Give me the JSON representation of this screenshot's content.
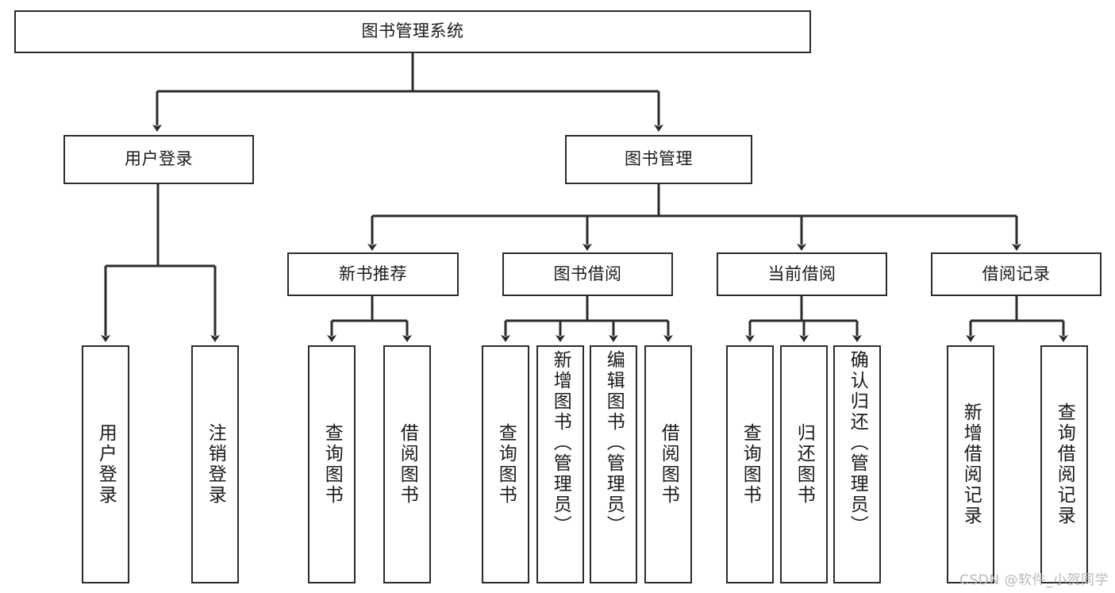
{
  "diagram": {
    "type": "tree",
    "title_node": "图书管理系统",
    "watermark": "CSDN @软件_小贺同学",
    "colors": {
      "stroke": "#2b2b2b",
      "fill": "#ffffff",
      "text": "#1a1a1a",
      "watermark": "#b9b9b9"
    },
    "nodes": {
      "root": {
        "label": "图书管理系统",
        "level": 0
      },
      "l1": [
        {
          "id": "user-login",
          "label": "用户登录"
        },
        {
          "id": "book-manage",
          "label": "图书管理"
        }
      ],
      "l2": [
        {
          "id": "new-book-rec",
          "label": "新书推荐"
        },
        {
          "id": "book-borrow",
          "label": "图书借阅"
        },
        {
          "id": "current-borrow",
          "label": "当前借阅"
        },
        {
          "id": "borrow-record",
          "label": "借阅记录"
        }
      ],
      "leaves": {
        "user_login": [
          {
            "id": "leaf-user-login",
            "label": "用户登录"
          },
          {
            "id": "leaf-user-logout",
            "label": "注销登录"
          }
        ],
        "new_book_rec": [
          {
            "id": "leaf-query-book-1",
            "label": "查询图书"
          },
          {
            "id": "leaf-borrow-book-1",
            "label": "借阅图书"
          }
        ],
        "book_borrow": [
          {
            "id": "leaf-query-book-2",
            "label": "查询图书"
          },
          {
            "id": "leaf-add-book",
            "label": "新增图书（管理员）"
          },
          {
            "id": "leaf-edit-book",
            "label": "编辑图书（管理员）"
          },
          {
            "id": "leaf-borrow-book-2",
            "label": "借阅图书"
          }
        ],
        "current_borrow": [
          {
            "id": "leaf-query-book-3",
            "label": "查询图书"
          },
          {
            "id": "leaf-return-book",
            "label": "归还图书"
          },
          {
            "id": "leaf-confirm-return",
            "label": "确认归还（管理员）"
          }
        ],
        "borrow_record": [
          {
            "id": "leaf-add-record",
            "label": "新增借阅记录"
          },
          {
            "id": "leaf-query-record",
            "label": "查询借阅记录"
          }
        ]
      }
    }
  }
}
